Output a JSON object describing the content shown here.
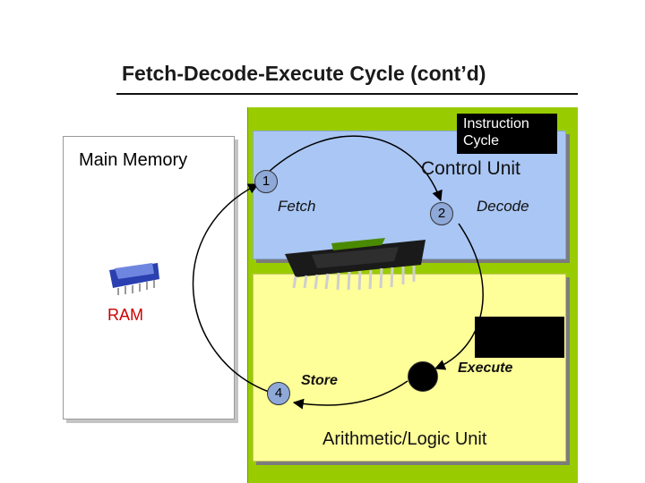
{
  "slide": {
    "title": "Fetch-Decode-Execute Cycle (cont’d)"
  },
  "memory": {
    "title": "Main Memory",
    "ram_label": "RAM"
  },
  "instruction_cycle": {
    "label": "Instruction Cycle"
  },
  "control_unit": {
    "title": "Control Unit"
  },
  "alu": {
    "title": "Arithmetic/Logic Unit"
  },
  "cycle_steps": {
    "fetch": {
      "number": "1",
      "label": "Fetch"
    },
    "decode": {
      "number": "2",
      "label": "Decode"
    },
    "execute": {
      "number": "",
      "label": "Execute"
    },
    "store": {
      "number": "4",
      "label": "Store"
    }
  },
  "colors": {
    "cpu_background": "#99cc00",
    "control_unit_fill": "#a9c6f4",
    "alu_fill": "#ffff99",
    "ram_label": "#cc0000"
  },
  "icons": {
    "cpu_chip": "microchip-icon",
    "ram_module": "ram-module-icon"
  }
}
